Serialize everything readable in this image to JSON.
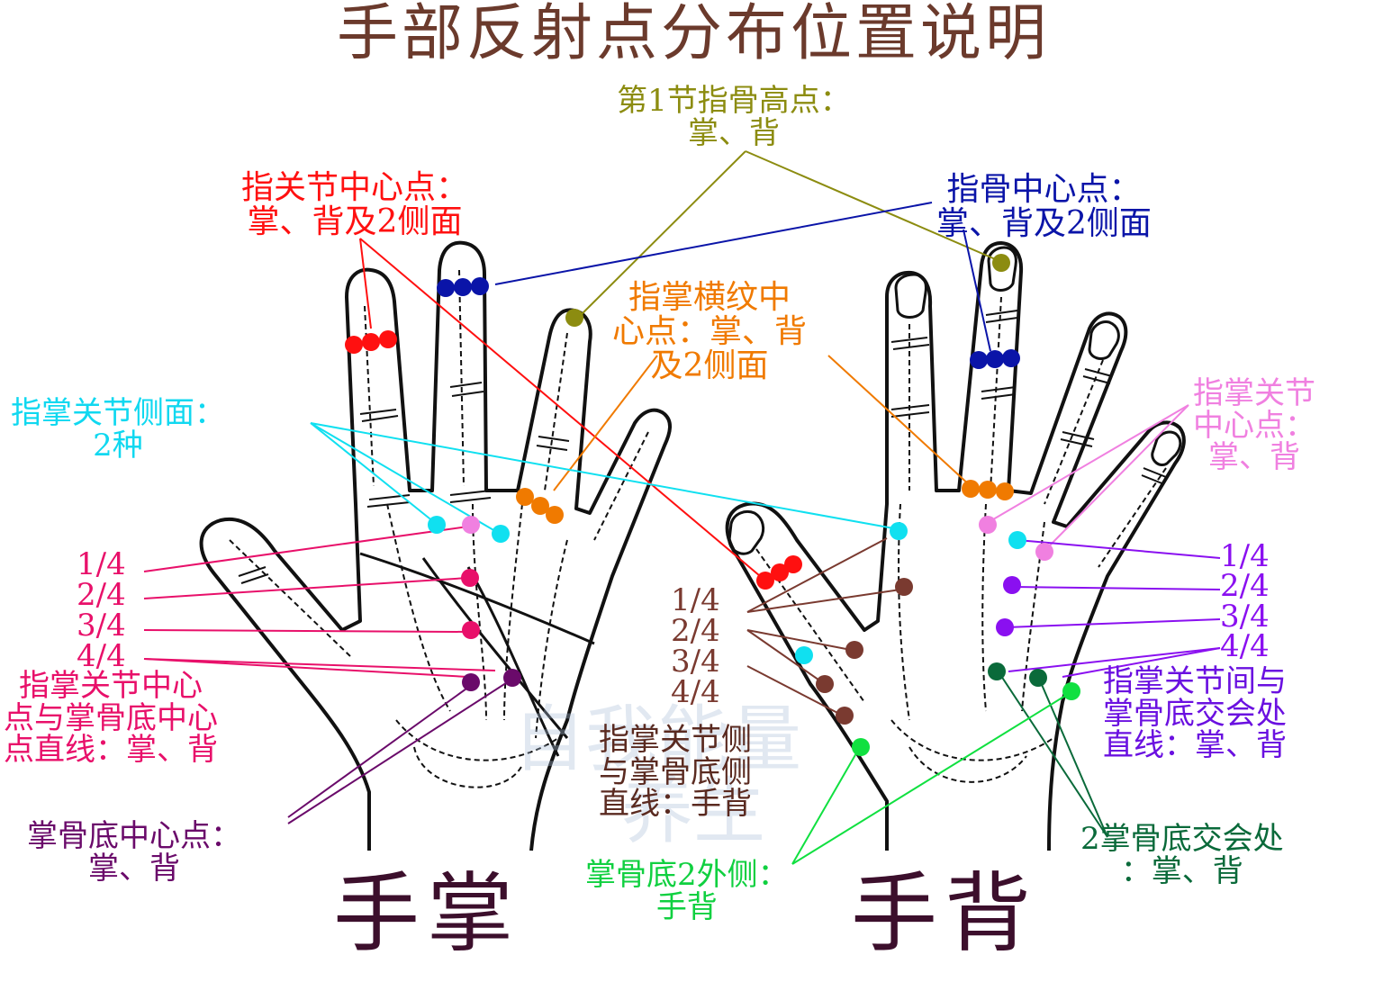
{
  "title": "手部反射点分布位置说明",
  "watermark": [
    "自我能量",
    "养生"
  ],
  "hands": {
    "palm_label": "手掌",
    "back_label": "手背"
  },
  "labels": {
    "knuckle_peak": [
      "第1节指骨高点：",
      "掌、背"
    ],
    "finger_joint_center": [
      "指关节中心点：",
      "掌、背及2侧面"
    ],
    "phalanx_center": [
      "指骨中心点：",
      "掌、背及2侧面"
    ],
    "palm_crease_center": [
      "指掌横纹中",
      "心点：掌、背",
      "及2侧面"
    ],
    "mcp_side": [
      "指掌关节侧面：",
      "2种"
    ],
    "mcp_center": [
      "指掌关节",
      "中心点：",
      "掌、背"
    ],
    "palm_quarters": [
      "1/4",
      "2/4",
      "3/4",
      "4/4"
    ],
    "palm_mcp_line": [
      "指掌关节中心",
      "点与掌骨底中心",
      "点直线：掌、背"
    ],
    "back_left_quarters": [
      "1/4",
      "2/4",
      "3/4",
      "4/4"
    ],
    "back_right_quarters": [
      "1/4",
      "2/4",
      "3/4",
      "4/4"
    ],
    "mcp_side_line": [
      "指掌关节侧",
      "与掌骨底侧",
      "直线：手背"
    ],
    "mcp_between_line": [
      "指掌关节间与",
      "掌骨底交会处",
      "直线：掌、背"
    ],
    "metacarpal_base_center": [
      "掌骨底中心点：",
      "掌、背"
    ],
    "metacarpal_base_outer": [
      "掌骨底2外侧：",
      "手背"
    ],
    "metacarpal_base_cross": [
      "2掌骨底交会处",
      "：掌、背"
    ]
  },
  "colors": {
    "red": "#ff1010",
    "blue": "#0a14a8",
    "olive": "#8c8c10",
    "orange": "#f07a00",
    "cyan": "#10e0f0",
    "pink": "#f080e0",
    "magenta": "#e8106a",
    "purple": "#6a0a6a",
    "violet": "#8a10f0",
    "brown": "#7a3a30",
    "darkgreen": "#0a6a3a",
    "green": "#10e040",
    "hotpink": "#e050a0"
  }
}
